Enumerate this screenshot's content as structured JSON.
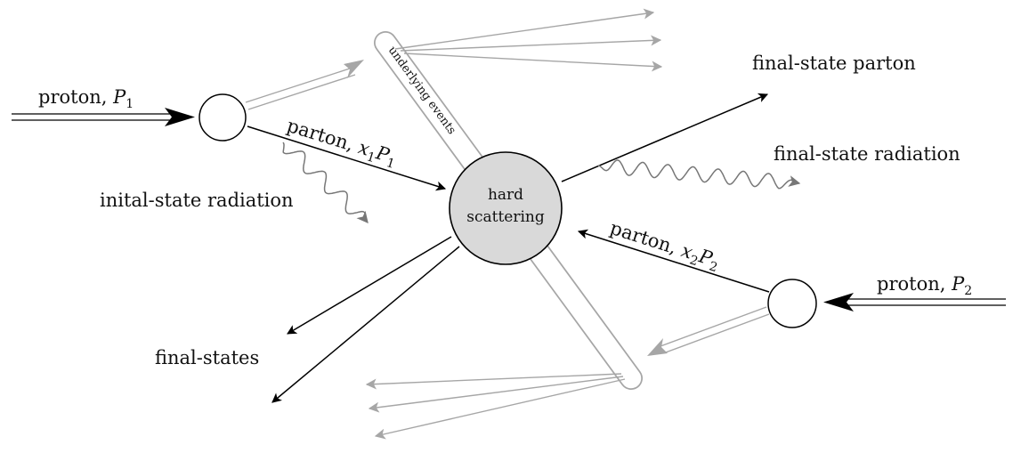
{
  "colors": {
    "ink": "#000000",
    "grey": "#a6a6a6",
    "wave": "#777777",
    "core_fill": "#d9d9d9"
  },
  "labels": {
    "proton1": {
      "text": "proton, ",
      "sym": "P",
      "sub": "1"
    },
    "proton2": {
      "text": "proton, ",
      "sym": "P",
      "sub": "2"
    },
    "parton1": {
      "text": "parton, ",
      "sym1": "x",
      "sub1": "1",
      "sym2": "P",
      "sub2": "1"
    },
    "parton2": {
      "text": "parton, ",
      "sym1": "x",
      "sub1": "2",
      "sym2": "P",
      "sub2": "2"
    },
    "initial_radiation": "inital-state radiation",
    "final_radiation": "final-state radiation",
    "final_parton": "final-state parton",
    "final_states": "final-states",
    "underlying": "underlying events",
    "hard_line1": "hard",
    "hard_line2": "scattering"
  }
}
